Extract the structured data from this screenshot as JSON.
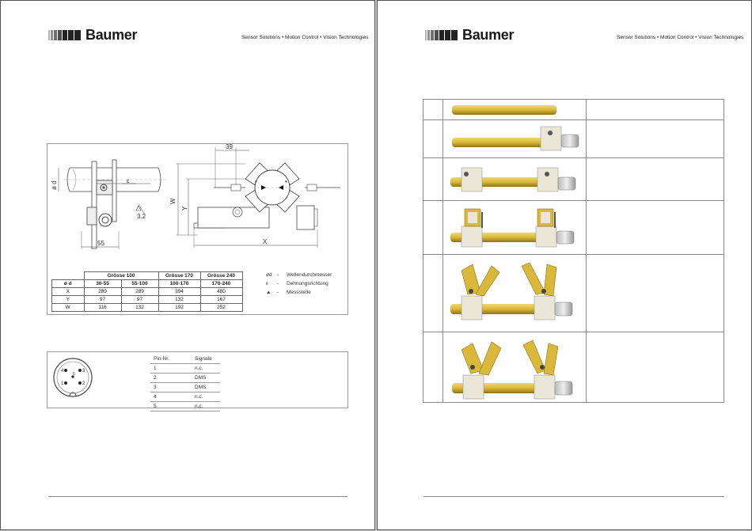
{
  "brand": {
    "name": "Baumer",
    "tagline": "Sensor Solutions • Motion Control • Vision Technologies"
  },
  "drawing": {
    "dim_39": "39",
    "dim_55": "55",
    "dim_x": "X",
    "dim_y": "Y",
    "dim_w": "W",
    "dim_od": "ø d",
    "dim_32": "3.2",
    "epsilon": "ε"
  },
  "dims_table": {
    "groups": [
      "Grösse 100",
      "Grösse 170",
      "Grösse 240"
    ],
    "header": [
      "ø d",
      "30-55",
      "55-100",
      "100-170",
      "170-240"
    ],
    "rows": [
      [
        "X",
        "289",
        "289",
        "394",
        "480"
      ],
      [
        "Y",
        "97",
        "97",
        "132",
        "167"
      ],
      [
        "W",
        "116",
        "132",
        "192",
        "252"
      ]
    ]
  },
  "legend": [
    {
      "symbol": "ød",
      "dash": "-",
      "text": "Wellendurchmesser"
    },
    {
      "symbol": "ε",
      "dash": "-",
      "text": "Dehnungsrichtung"
    },
    {
      "symbol": "▲",
      "dash": "-",
      "text": "Messstelle"
    }
  ],
  "connector": {
    "pins_drawn": [
      "4",
      "5",
      "3",
      "1",
      "2"
    ],
    "header": [
      "Pin-Nr.",
      "Signale"
    ],
    "rows": [
      [
        "1",
        "n.c."
      ],
      [
        "2",
        "DMS"
      ],
      [
        "3",
        "DMS"
      ],
      [
        "4",
        "n.c."
      ],
      [
        "5",
        "n.c."
      ]
    ]
  },
  "colors": {
    "gold": "#d9b83a",
    "gold_dark": "#a8881c",
    "block": "#e8e4d6"
  }
}
